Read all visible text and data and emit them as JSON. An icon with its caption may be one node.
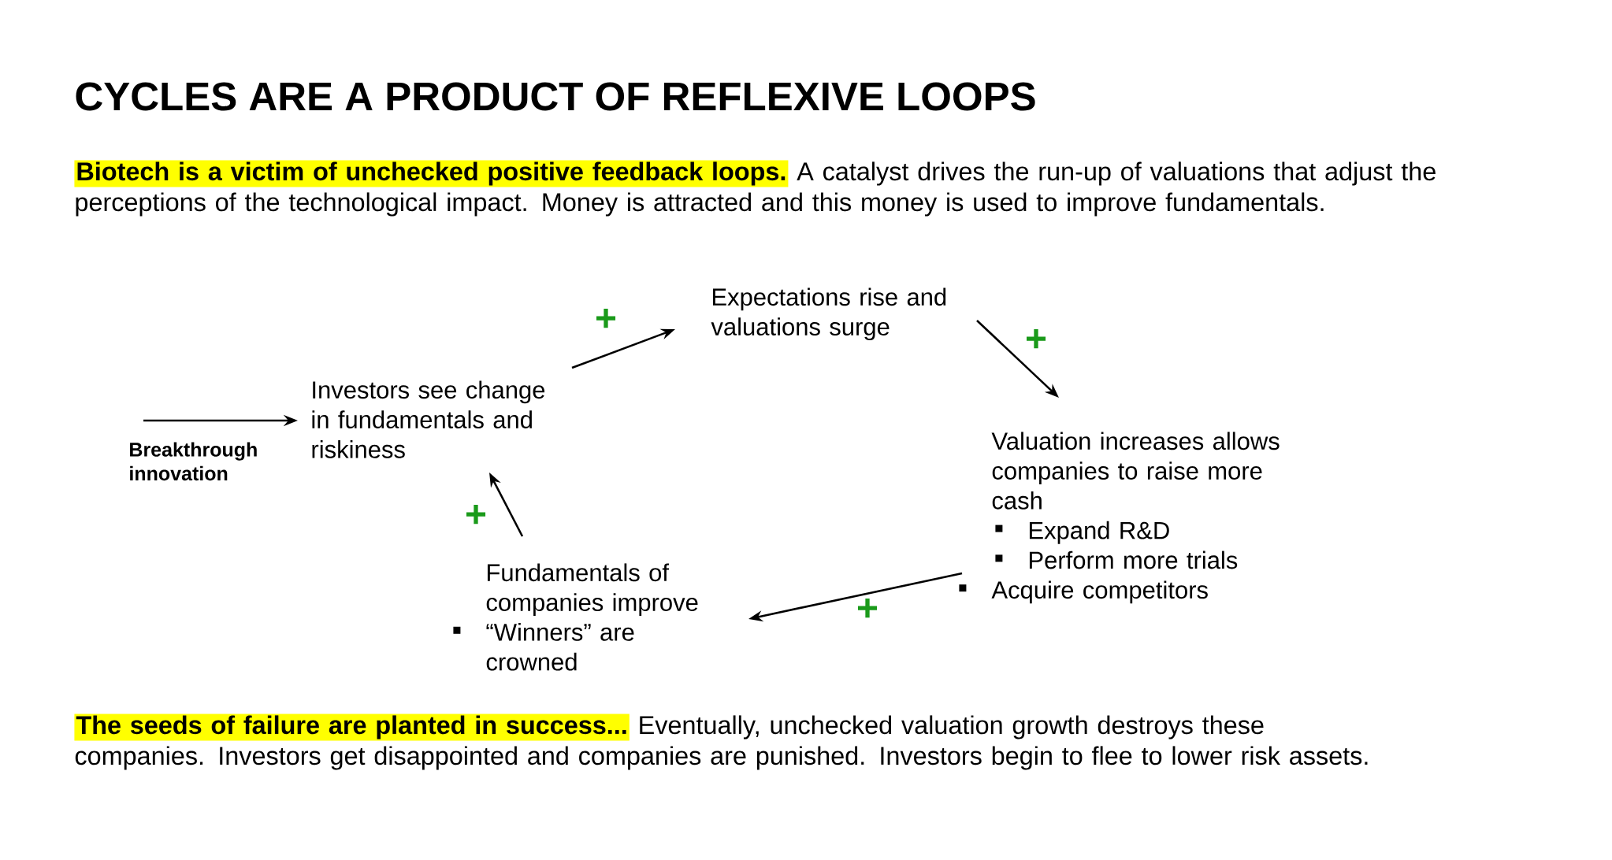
{
  "diagram": {
    "title": "CYCLES ARE A PRODUCT OF REFLEXIVE LOOPS",
    "nodes": [
      {
        "text": [
          "Breakthrough innovation"
        ]
      },
      {
        "text": [
          "Investors see change in fundamentals and riskiness"
        ]
      },
      {
        "text": [
          "Expectations rise and valuations surge"
        ]
      },
      {
        "text": [
          "Valuation increases allows companies to raise more cash",
          "Expand R&D",
          "Perform more trials",
          "Acquire competitors"
        ]
      },
      {
        "text": [
          "Fundamentals of companies improve",
          "“Winners” are crowned"
        ]
      }
    ],
    "edges": [
      {
        "from": 0,
        "to": 1,
        "arrow": "to"
      },
      {
        "from": 1,
        "to": 2,
        "arrow": "to",
        "label": "+"
      },
      {
        "from": 2,
        "to": 3,
        "arrow": "to",
        "label": "+"
      },
      {
        "from": 3,
        "to": 4,
        "arrow": "to",
        "label": "+"
      },
      {
        "from": 4,
        "to": 1,
        "arrow": "to",
        "label": "+"
      }
    ],
    "labels": [
      "Biotech is a victim of unchecked positive feedback loops.",
      "A catalyst drives the run-up of valuations that adjust the perceptions of the technological impact. Money is attracted and this money is used to improve fundamentals.",
      "The seeds of failure are planted in success...",
      "Eventually, unchecked valuation growth destroys these companies. Investors get disappointed and companies are punished. Investors begin to flee to lower risk assets."
    ]
  }
}
